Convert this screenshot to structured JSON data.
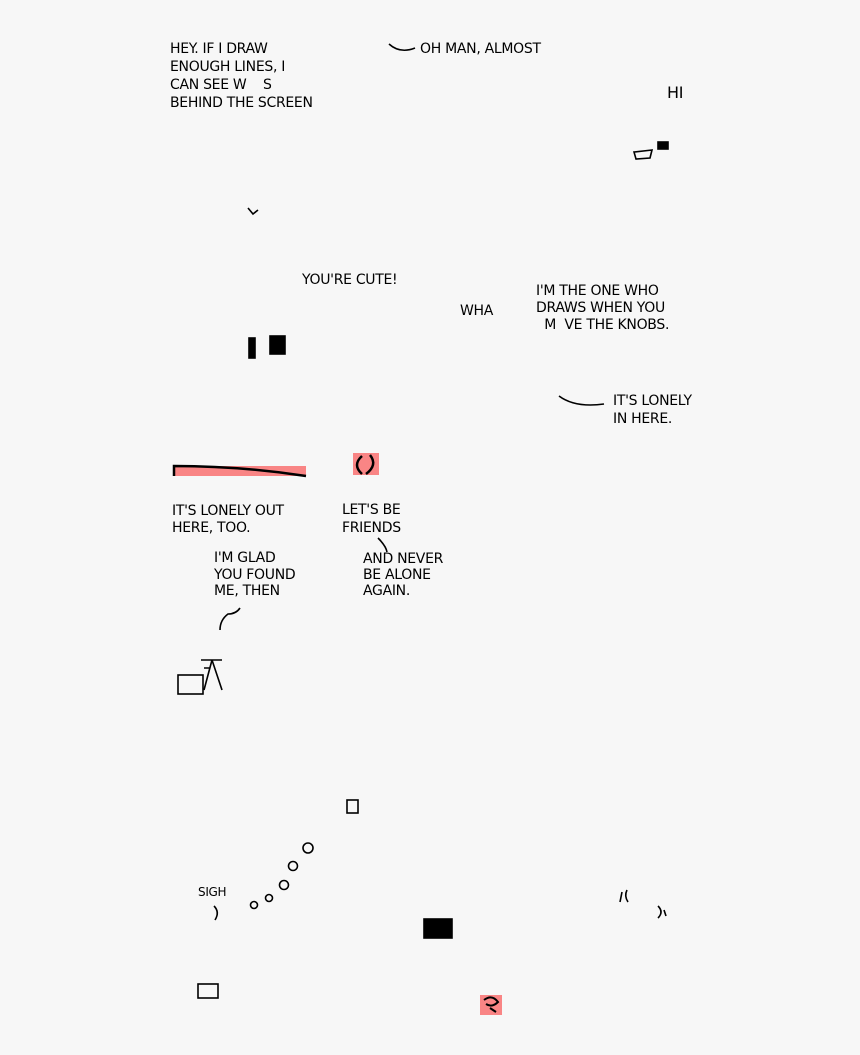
{
  "panels": {
    "hey_speech": "HEY. IF I DRAW\nENOUGH LINES, I\nCAN SEE W    S\nBEHIND THE SCREEN",
    "oh_man": "OH MAN, ALMOST",
    "hi": "HI",
    "youre_cute": "YOU'RE CUTE!",
    "wha": "WHA",
    "knobs": "I'M THE ONE WHO\nDRAWS WHEN YOU\n  M  VE THE KNOBS.",
    "lonely_in": "IT'S LONELY\nIN HERE.",
    "lonely_out": "IT'S LONELY OUT\nHERE, TOO.",
    "lets_be": "LET'S BE\nFRIENDS",
    "glad": "I'M GLAD\nYOU FOUND\nME, THEN",
    "never_alone": "AND NEVER\nBE ALONE\nAGAIN.",
    "sigh": "SIGH"
  },
  "colors": {
    "background": "#f7f7f7",
    "accent": "#f98585",
    "ink": "#000000"
  }
}
